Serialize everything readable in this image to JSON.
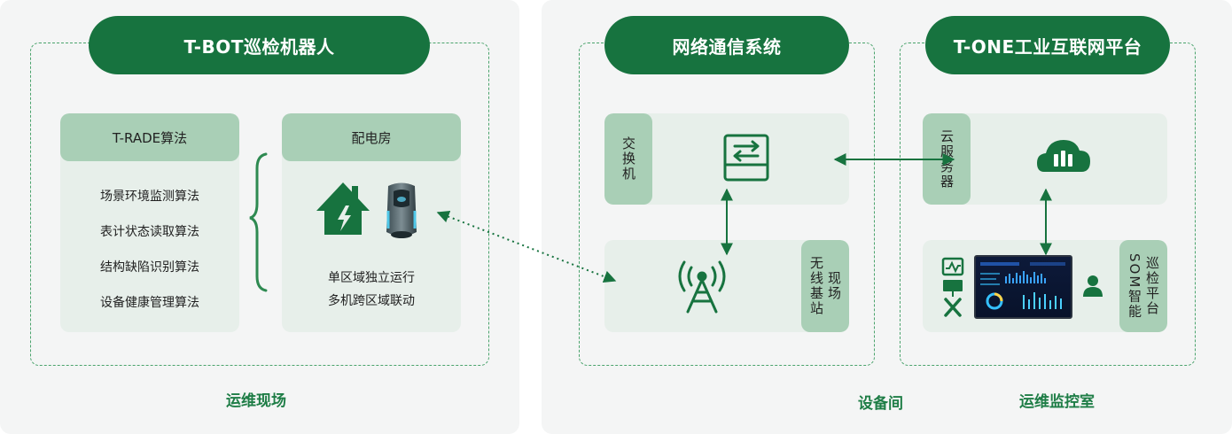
{
  "left": {
    "title": "T-BOT巡检机器人",
    "section_label": "运维现场",
    "trade_card": {
      "title": "T-RADE算法",
      "items": [
        "场景环境监测算法",
        "表计状态读取算法",
        "结构缺陷识别算法",
        "设备健康管理算法"
      ]
    },
    "distribution_card": {
      "title": "配电房",
      "line1": "单区域独立运行",
      "line2": "多机跨区域联动"
    }
  },
  "network": {
    "title": "网络通信系统",
    "section_label": "设备间",
    "switch_label": "交换机",
    "wireless_col1": "无线基站",
    "wireless_col2": "现场"
  },
  "platform": {
    "title": "T-ONE工业互联网平台",
    "section_label": "运维监控室",
    "cloud_label": "云服务器",
    "som_col1": "SOM智能",
    "som_col2": "巡检平台"
  },
  "colors": {
    "primary": "#17733f",
    "header": "#a9cfb6",
    "card": "#e7efea",
    "panel": "#f4f5f5"
  }
}
